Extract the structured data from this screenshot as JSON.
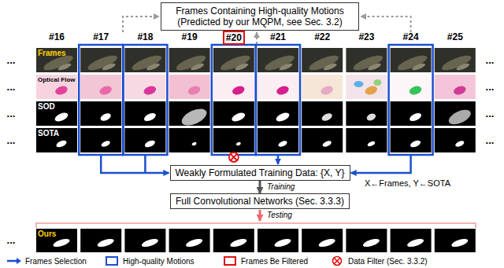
{
  "diagram": {
    "nodes": [
      {
        "text": [
          "Frames Containing High-quality Motions (Predicted by our MQPM, see Sec. 3.2)"
        ]
      },
      {
        "text": [
          "#20"
        ]
      },
      {
        "text": [
          "Weakly Formulated Training Data: {X, Y}"
        ]
      },
      {
        "text": [
          "Full Convolutional Networks (Sec. 3.3.3)"
        ]
      }
    ],
    "edges": [
      {
        "from": 2,
        "to": 3,
        "arrow": "to",
        "label": "Training"
      }
    ],
    "labels": [
      "#16",
      "#17",
      "#18",
      "#19",
      "#21",
      "#22",
      "#23",
      "#24",
      "#25",
      "...",
      "Frames",
      "...",
      "...",
      "Optical Flow",
      "...",
      "...",
      "SOD",
      "...",
      "...",
      "SOTA",
      "...",
      "X←Frames, Y←SOTA",
      "Testing",
      "...",
      "Ours"
    ],
    "legend": [
      {
        "text": "Frames Selection"
      },
      {
        "text": "High-quality Motions"
      },
      {
        "text": "Frames Be Filtered"
      },
      {
        "text": "Data Filter (Sec. 3.3.2)"
      }
    ]
  }
}
